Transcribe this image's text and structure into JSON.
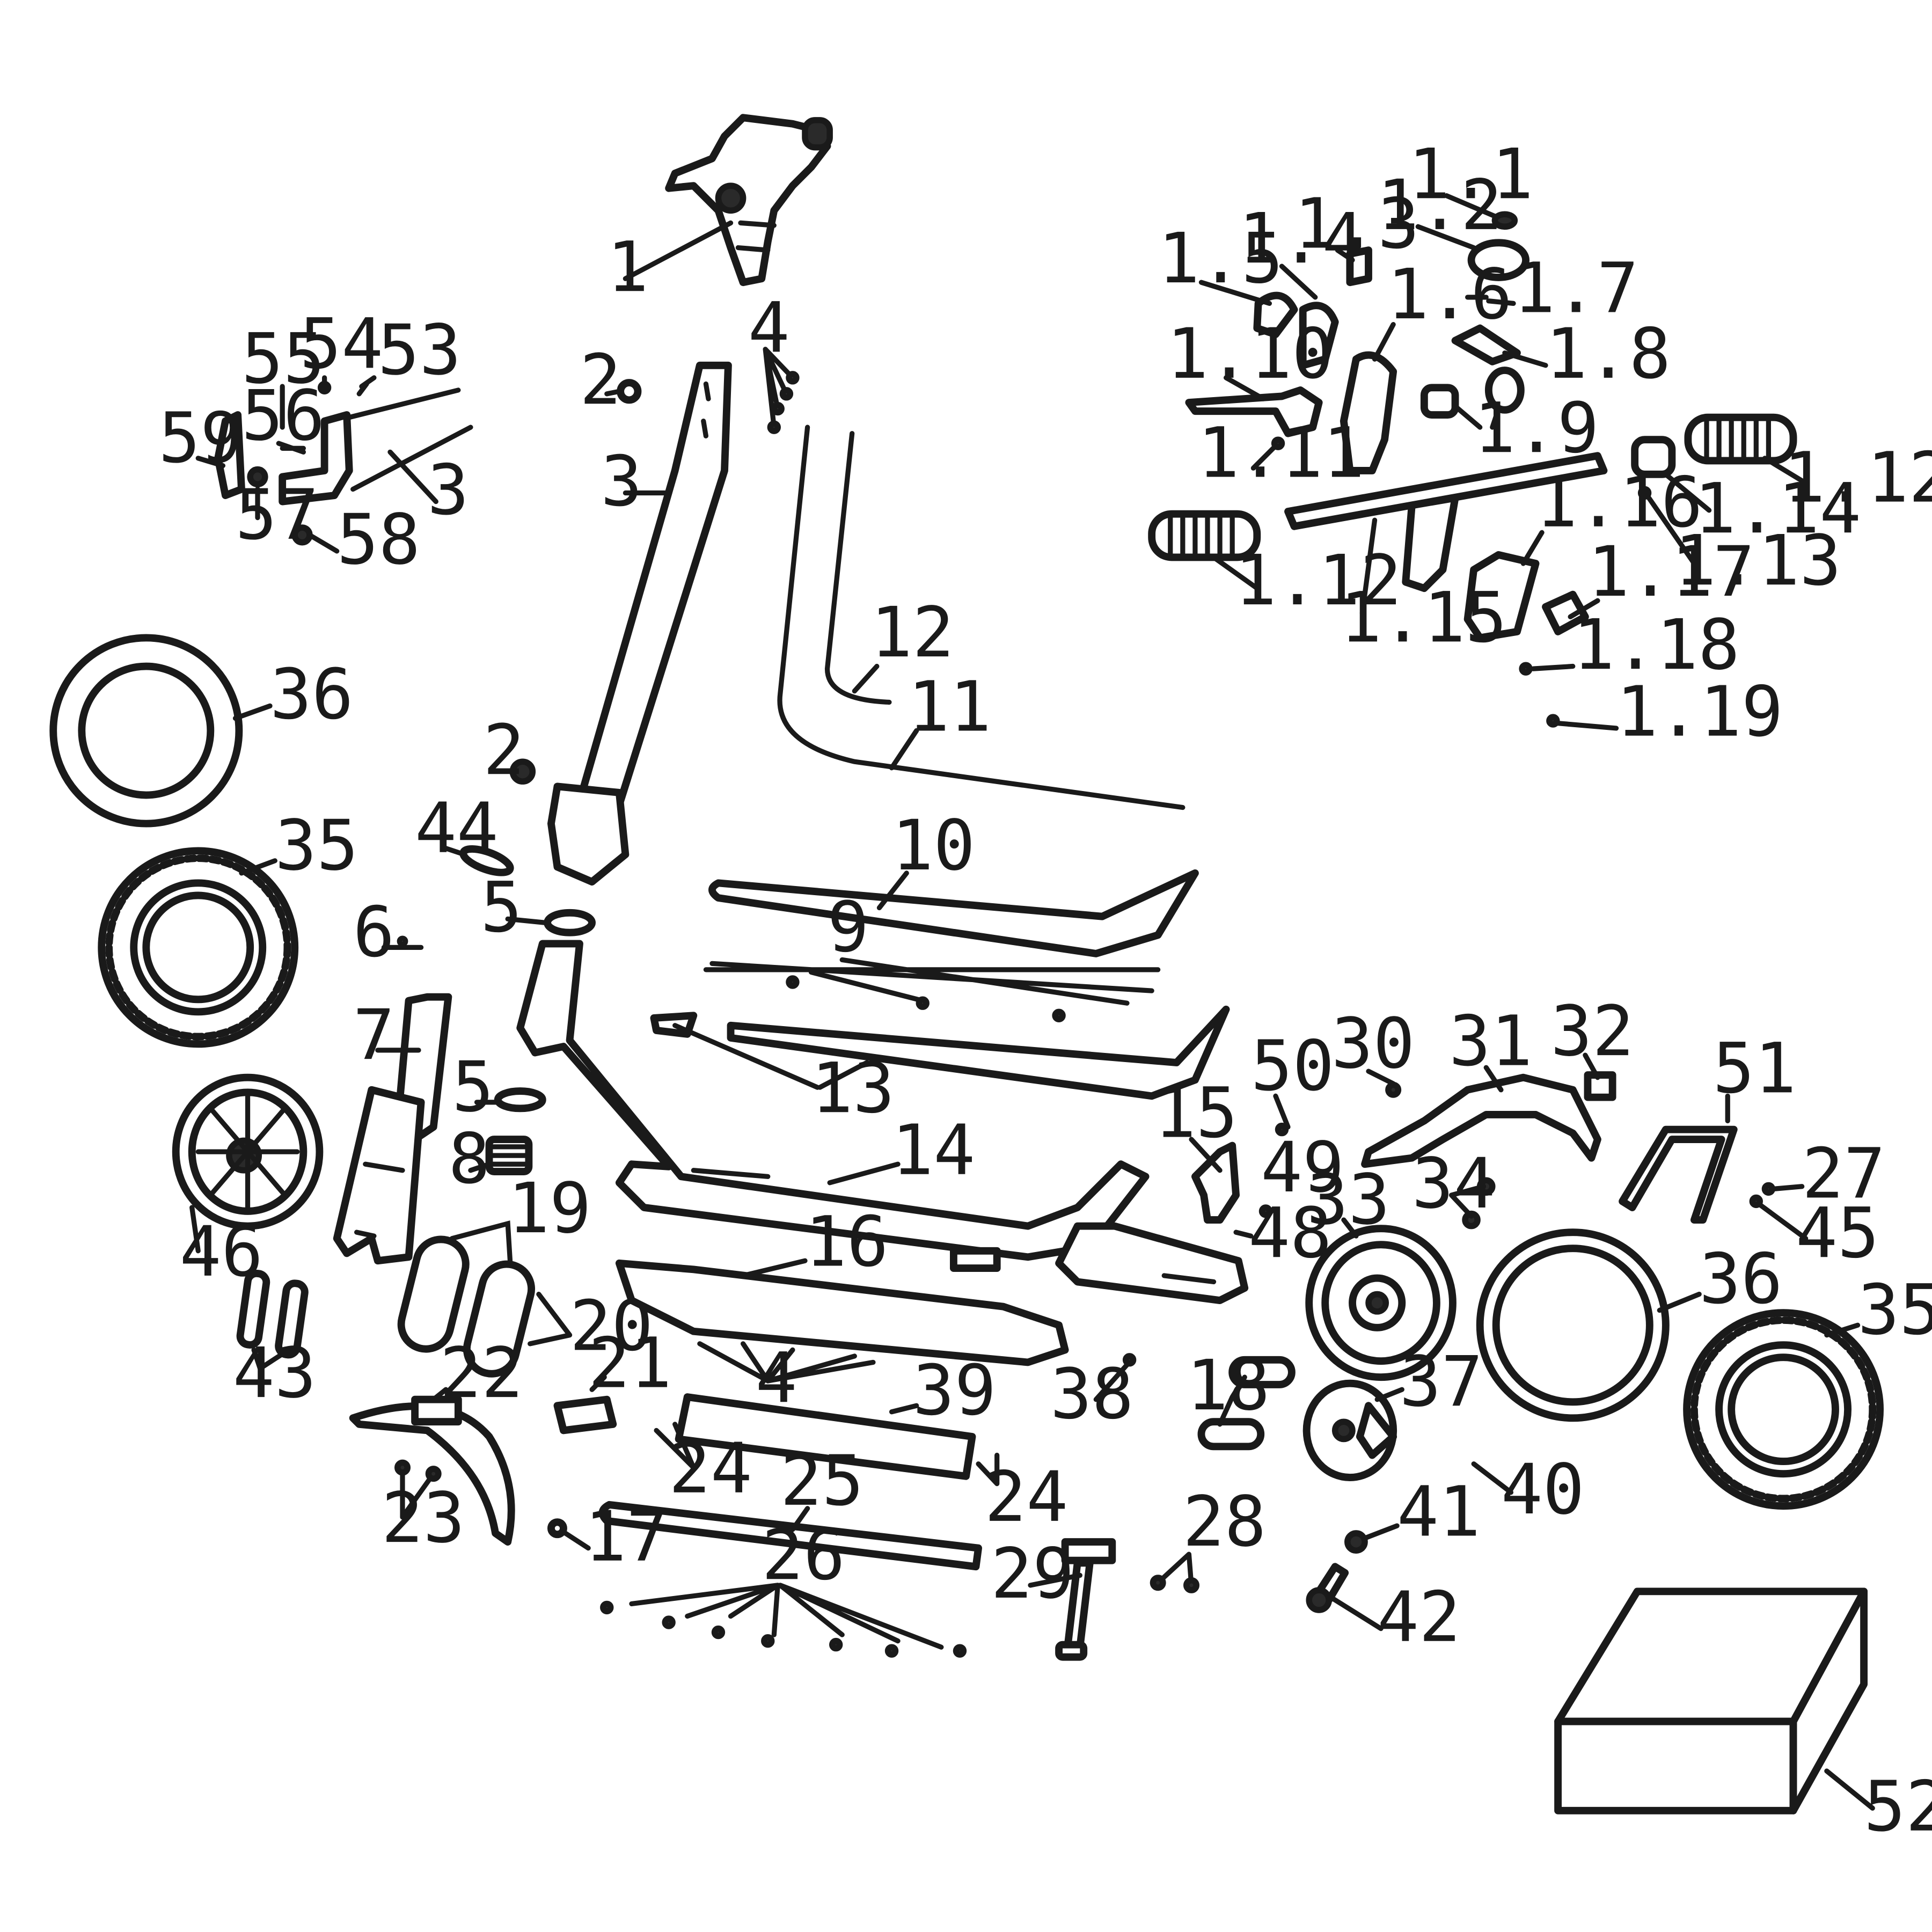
{
  "labels": {
    "l1": "1",
    "l2a": "2",
    "l2b": "2",
    "l3a": "3",
    "l3b": "3",
    "l4a": "4",
    "l4b": "4",
    "l5a": "5",
    "l5b": "5",
    "l6": "6",
    "l7": "7",
    "l8": "8",
    "l9": "9",
    "l10": "10",
    "l11": "11",
    "l12": "12",
    "l13": "13",
    "l14": "14",
    "l15": "15",
    "l16": "16",
    "l17": "17",
    "l18": "18",
    "l19": "19",
    "l20": "20",
    "l21": "21",
    "l22": "22",
    "l23": "23",
    "l24a": "24",
    "l24b": "24",
    "l25": "25",
    "l26": "26",
    "l27": "27",
    "l28": "28",
    "l29": "29",
    "l30": "30",
    "l31": "31",
    "l32": "32",
    "l33": "33",
    "l34": "34",
    "l35a": "35",
    "l35b": "35",
    "l36a": "36",
    "l36b": "36",
    "l37": "37",
    "l38": "38",
    "l39": "39",
    "l40": "40",
    "l41": "41",
    "l42": "42",
    "l43": "43",
    "l44": "44",
    "l45": "45",
    "l46": "46",
    "l48": "48",
    "l49": "49",
    "l50": "50",
    "l51": "51",
    "l52": "52",
    "l53": "53",
    "l54": "54",
    "l55": "55",
    "l56": "56",
    "l57": "57",
    "l58": "58",
    "l59": "59",
    "h1_1": "1.1",
    "h1_2": "1.2",
    "h1_3": "1.3",
    "h1_4": "1.4",
    "h1_5": "1.5",
    "h1_6": "1.6",
    "h1_7": "1.7",
    "h1_8": "1.8",
    "h1_9": "1.9",
    "h1_10": "1.10",
    "h1_11": "1.11",
    "h1_12a": "1.12",
    "h1_12b": "1.12",
    "h1_13": "1.13",
    "h1_14": "1.14",
    "h1_15": "1.15",
    "h1_16": "1.16",
    "h1_17": "1.17",
    "h1_18": "1.18",
    "h1_19": "1.19"
  }
}
